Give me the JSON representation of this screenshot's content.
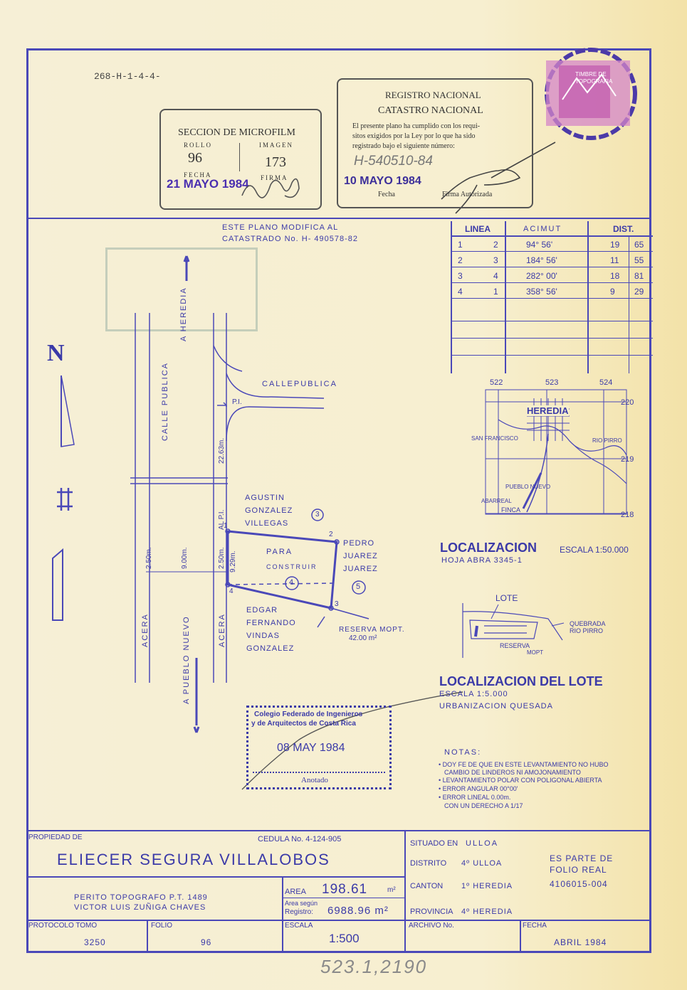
{
  "header": {
    "ref_code": "268-H-1-4-4-"
  },
  "microfilm": {
    "title": "SECCION DE MICROFILM",
    "rollo_label": "ROLLO",
    "imagen_label": "IMAGEN",
    "rollo": "96",
    "imagen": "173",
    "fecha_label": "FECHA",
    "firma_label": "FIRMA",
    "fecha": "21 MAYO 1984"
  },
  "registro": {
    "line1": "REGISTRO NACIONAL",
    "line2": "CATASTRO NACIONAL",
    "body1": "El presente plano ha cumplido con los requi-",
    "body2": "sitos exigidos por la Ley por lo que ha sido",
    "body3": "registrado bajo el siguiente número:",
    "number": "H-540510-84",
    "date": "10 MAYO 1984",
    "fecha_label": "Fecha",
    "firma_label": "Firma Autorizada"
  },
  "timbre": {
    "text1": "TIMBRE DE",
    "text2": "TOPOGRAFIA"
  },
  "plan": {
    "note1": "ESTE PLANO MODIFICA AL",
    "note2": "CATASTRADO No. H- 490578-82",
    "north": "N",
    "calle_publica_top": "CALLEPUBLICA",
    "calle_publica_side": "CALLE PUBLICA",
    "a_heredia": "A HEREDIA",
    "a_pueblo_nuevo": "A PUEBLO NUEVO",
    "acera": "ACERA",
    "pi": "P.I.",
    "dist_22": "22.63m.",
    "al_pi": "AL P.I.",
    "dim_250a": "2.50m.",
    "dim_900": "9.00m.",
    "dim_250b": "2.50m.",
    "dim_929": "9.29m.",
    "owner_n1": "AGUSTIN",
    "owner_n2": "GONZALEZ",
    "owner_n3": "VILLEGAS",
    "owner_e1": "PEDRO",
    "owner_e2": "JUAREZ",
    "owner_e3": "JUAREZ",
    "owner_s1": "EDGAR",
    "owner_s2": "FERNANDO",
    "owner_s3": "VINDAS",
    "owner_s4": "GONZALEZ",
    "para": "PARA",
    "construir": "CONSTRUIR",
    "reserva": "RESERVA MOPT.",
    "reserva_area": "42.00 m²",
    "p1": "1",
    "p2": "2",
    "p3": "3",
    "p4": "4",
    "c3": "3",
    "c4": "4",
    "c5": "5"
  },
  "table": {
    "headers": [
      "LINEA",
      "ACIMUT",
      "DIST."
    ],
    "rows": [
      [
        "1",
        "2",
        "94° 56'",
        "19",
        "65"
      ],
      [
        "2",
        "3",
        "184° 56'",
        "11",
        "55"
      ],
      [
        "3",
        "4",
        "282° 00'",
        "18",
        "81"
      ],
      [
        "4",
        "1",
        "358° 56'",
        "9",
        "29"
      ]
    ]
  },
  "location": {
    "title": "LOCALIZACION",
    "scale": "ESCALA 1:50.000",
    "hoja": "HOJA ABRA 3345-1",
    "city": "HEREDIA",
    "san_francisco": "SAN FRANCISCO",
    "rio_pirro": "RIO PIRRO",
    "pueblo_nuevo": "PUEBLO NUEVO",
    "abarreal": "ABARREAL",
    "finca": "FINCA",
    "grid_522": "522",
    "grid_523": "523",
    "grid_524": "524",
    "grid_220": "220",
    "grid_219": "219",
    "grid_218": "218"
  },
  "lote": {
    "lote_label": "LOTE",
    "quebrada": "QUEBRADA",
    "rio_pirro": "RIO PIRRO",
    "reserva": "RESERVA",
    "mopt": "MOPT",
    "title": "LOCALIZACION DEL LOTE",
    "scale": "ESCALA 1:5.000",
    "urbanizacion": "URBANIZACION QUESADA"
  },
  "colegio": {
    "line1": "Colegio Federado de Ingenieros",
    "line2": "y de Arquitectos de Costa Rica",
    "date": "08 MAY 1984",
    "anotado": "Anotado"
  },
  "notas": {
    "title": "NOTAS:",
    "items": [
      "• DOY FE DE QUE EN ESTE LEVANTAMIENTO NO HUBO",
      "CAMBIO DE LINDEROS NI AMOJONAMIENTO",
      "• LEVANTAMIENTO POLAR CON POLIGONAL ABIERTA",
      "• ERROR ANGULAR 00°00'",
      "• ERROR LINEAL 0.00m.",
      "CON UN DERECHO A 1/17"
    ]
  },
  "footer": {
    "propiedad_label": "PROPIEDAD DE",
    "cedula": "CEDULA No.  4-124-905",
    "owner": "ELIECER SEGURA VILLALOBOS",
    "situado_label": "SITUADO EN",
    "situado": "ULLOA",
    "distrito_label": "DISTRITO",
    "distrito": "4º ULLOA",
    "canton_label": "CANTON",
    "canton": "1º HEREDIA",
    "provincia_label": "PROVINCIA",
    "provincia": "4º HEREDIA",
    "folio_real1": "ES PARTE DE",
    "folio_real2": "FOLIO REAL",
    "folio_real3": "4106015-004",
    "perito1": "PERITO TOPOGRAFO P.T. 1489",
    "perito2": "VICTOR LUIS ZUÑIGA CHAVES",
    "area_label": "AREA",
    "area": "198.61",
    "area_unit": "m²",
    "area_segun1": "Area según",
    "area_segun2": "Registro:",
    "area_reg": "6988.96 m²",
    "protocolo_label": "PROTOCOLO  TOMO",
    "protocolo": "3250",
    "folio_label": "FOLIO",
    "folio": "96",
    "escala_label": "ESCALA",
    "escala": "1:500",
    "archivo_label": "ARCHIVO No.",
    "fecha_label": "FECHA",
    "fecha": "ABRIL 1984",
    "handwritten": "523.1,2190"
  },
  "colors": {
    "ink": "#3b3aa8",
    "purple_stamp": "#5a2db0",
    "gray_stamp": "#8fa79b",
    "paper": "#f7efcc"
  }
}
